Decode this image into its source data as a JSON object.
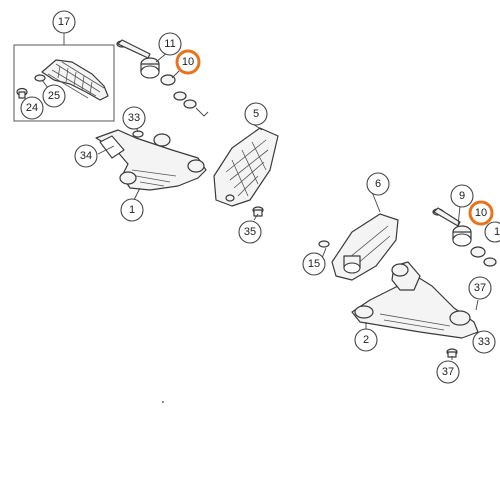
{
  "diagram": {
    "callouts": [
      {
        "id": "c17",
        "label": "17",
        "highlight": false
      },
      {
        "id": "c11",
        "label": "11",
        "highlight": false
      },
      {
        "id": "c10a",
        "label": "10",
        "highlight": true
      },
      {
        "id": "c25",
        "label": "25",
        "highlight": false
      },
      {
        "id": "c24",
        "label": "24",
        "highlight": false
      },
      {
        "id": "c5",
        "label": "5",
        "highlight": false
      },
      {
        "id": "c33a",
        "label": "33",
        "highlight": false
      },
      {
        "id": "c34",
        "label": "34",
        "highlight": false
      },
      {
        "id": "c1",
        "label": "1",
        "highlight": false
      },
      {
        "id": "c35",
        "label": "35",
        "highlight": false
      },
      {
        "id": "c6",
        "label": "6",
        "highlight": false
      },
      {
        "id": "c9",
        "label": "9",
        "highlight": false
      },
      {
        "id": "c10b",
        "label": "10",
        "highlight": true
      },
      {
        "id": "c15",
        "label": "15",
        "highlight": false
      },
      {
        "id": "c37a",
        "label": "37",
        "highlight": false
      },
      {
        "id": "c2",
        "label": "2",
        "highlight": false
      },
      {
        "id": "c33b",
        "label": "33",
        "highlight": false
      },
      {
        "id": "c37b",
        "label": "37",
        "highlight": false
      },
      {
        "id": "c1b",
        "label": "1",
        "highlight": false
      }
    ],
    "highlight_color": "#e8731a"
  }
}
